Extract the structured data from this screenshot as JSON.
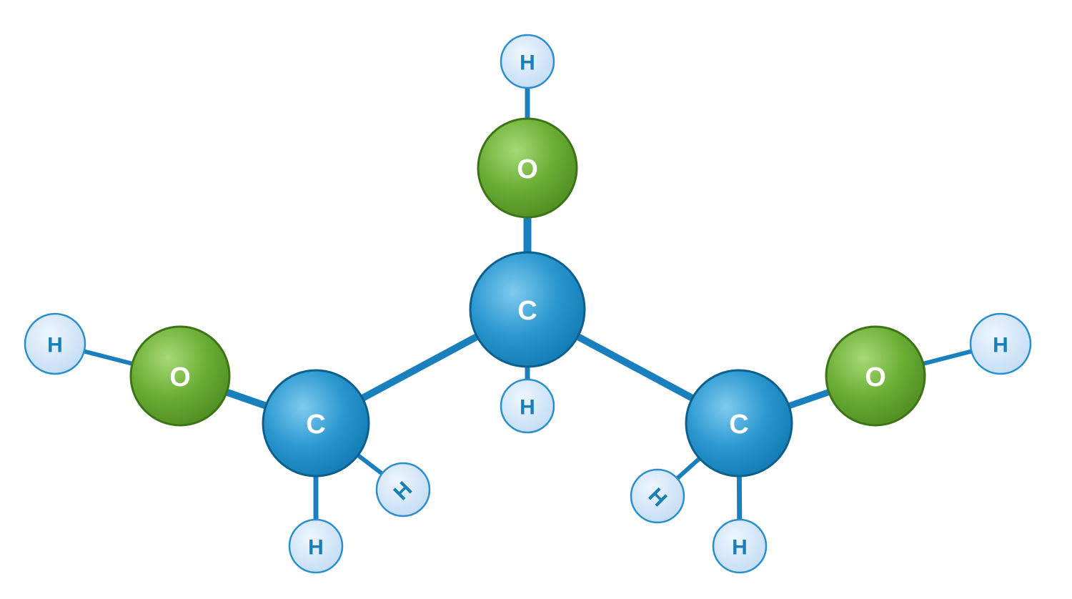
{
  "molecule": {
    "atoms": [
      {
        "id": "c_center",
        "element": "C",
        "symbol": "C"
      },
      {
        "id": "c_left",
        "element": "C",
        "symbol": "C"
      },
      {
        "id": "c_right",
        "element": "C",
        "symbol": "C"
      },
      {
        "id": "o_top",
        "element": "O",
        "symbol": "O"
      },
      {
        "id": "o_left",
        "element": "O",
        "symbol": "O"
      },
      {
        "id": "o_right",
        "element": "O",
        "symbol": "O"
      },
      {
        "id": "h_top",
        "element": "H",
        "symbol": "H"
      },
      {
        "id": "h_center",
        "element": "H",
        "symbol": "H"
      },
      {
        "id": "h_far_left",
        "element": "H",
        "symbol": "H"
      },
      {
        "id": "h_far_right",
        "element": "H",
        "symbol": "H"
      },
      {
        "id": "h_left_down",
        "element": "H",
        "symbol": "H"
      },
      {
        "id": "h_left_diag",
        "element": "H",
        "symbol": "H"
      },
      {
        "id": "h_right_down",
        "element": "H",
        "symbol": "H"
      },
      {
        "id": "h_right_diag",
        "element": "H",
        "symbol": "H"
      }
    ],
    "bonds": [
      {
        "from": "c_center",
        "to": "c_left"
      },
      {
        "from": "c_center",
        "to": "c_right"
      },
      {
        "from": "c_center",
        "to": "o_top"
      },
      {
        "from": "o_top",
        "to": "h_top"
      },
      {
        "from": "c_center",
        "to": "h_center"
      },
      {
        "from": "c_left",
        "to": "o_left"
      },
      {
        "from": "o_left",
        "to": "h_far_left"
      },
      {
        "from": "c_left",
        "to": "h_left_down"
      },
      {
        "from": "c_left",
        "to": "h_left_diag"
      },
      {
        "from": "c_right",
        "to": "o_right"
      },
      {
        "from": "o_right",
        "to": "h_far_right"
      },
      {
        "from": "c_right",
        "to": "h_right_down"
      },
      {
        "from": "c_right",
        "to": "h_right_diag"
      }
    ]
  },
  "colors": {
    "carbon": "#1f8cc4",
    "oxygen": "#5e9e2c",
    "hydrogen": "#cfe4f8",
    "bond": "#1a80bd"
  }
}
